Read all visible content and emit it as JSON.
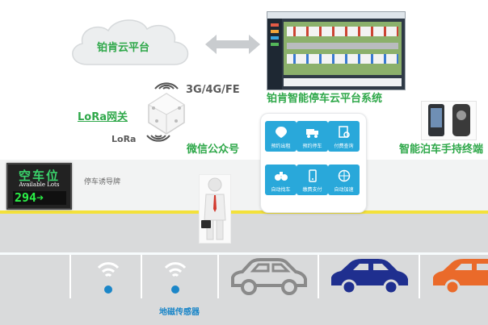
{
  "cloud_label": "铂肯云平台",
  "network_label": "3G/4G/FE",
  "gateway_label": "LoRa网关",
  "lora_label": "LoRa",
  "platform_label": "铂肯智能停车云平台系统",
  "wechat_label": "微信公众号",
  "handheld_label": "智能泊车手持终端",
  "guide_label": "停车诱导牌",
  "sensor_label": "地磁传感器",
  "sign": {
    "cn": "空车位",
    "en": "Available Lots",
    "count": "294"
  },
  "wechat_tiles": [
    "预约出租",
    "预约停车",
    "付费查询",
    "自动找车",
    "缴费支付",
    "自动加速"
  ],
  "colors": {
    "accent": "#29a8da",
    "label_green": "#2fa84a",
    "car_blue": "#1f2f8f",
    "car_orange": "#ea6a2a",
    "sensor_blue": "#1b86c8"
  }
}
